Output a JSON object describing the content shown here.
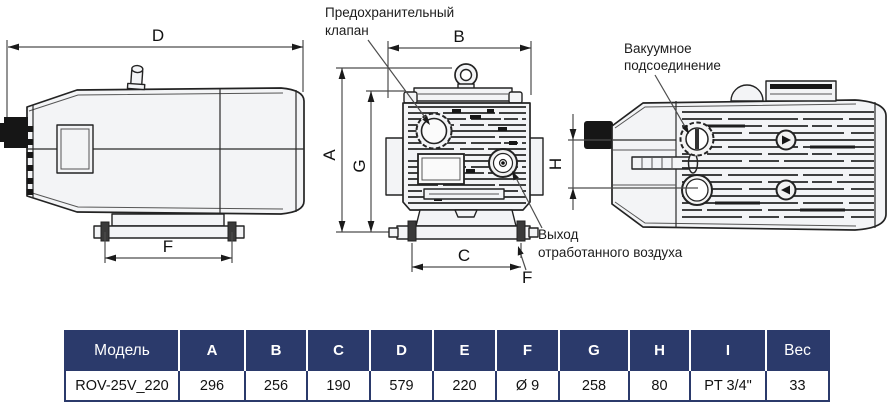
{
  "colors": {
    "table_header_bg": "#2b3a6b",
    "table_border": "#2b3a6b",
    "drawing_line": "#232323",
    "dimension_line": "#4d4d4d",
    "body_fill": "#f3f4f6"
  },
  "drawing": {
    "dims": {
      "side_width": "D",
      "side_base": "F",
      "front_width": "B",
      "front_height_total": "A",
      "front_height_body": "G",
      "front_feet_span": "C",
      "front_foot_hole": "F",
      "top_height": "H"
    },
    "annotations": {
      "safety_valve_line1": "Предохранительный",
      "safety_valve_line2": "клапан",
      "vacuum_line1": "Вакуумное",
      "vacuum_line2": "подсоединение",
      "exhaust_line1": "Выход",
      "exhaust_line2": "отработанного воздуха"
    }
  },
  "table": {
    "headers": [
      "Модель",
      "A",
      "B",
      "C",
      "D",
      "E",
      "F",
      "G",
      "H",
      "I",
      "Вес"
    ],
    "rows": [
      [
        "ROV-25V_220",
        "296",
        "256",
        "190",
        "579",
        "220",
        "Ø 9",
        "258",
        "80",
        "PT 3/4\"",
        "33"
      ]
    ]
  }
}
